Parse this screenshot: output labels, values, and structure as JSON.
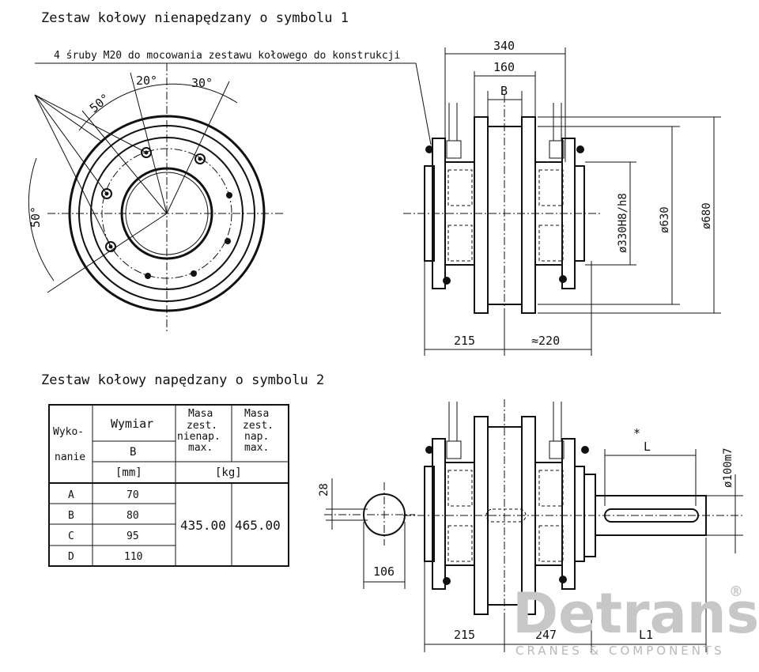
{
  "titles": {
    "symbol1": "Zestaw kołowy nienapędzany o symbolu 1",
    "symbol2": "Zestaw kołowy napędzany o symbolu 2"
  },
  "leader_note": "4 śruby M20 do mocowania zestawu kołowego do konstrukcji",
  "angles": {
    "a20": "20°",
    "a30": "30°",
    "a50_top": "50°",
    "a50_left": "50°"
  },
  "dims_top": {
    "d340": "340",
    "d160": "160",
    "dB": "B",
    "d630": "ø630",
    "d680": "ø680",
    "d330": "ø330H8/h8",
    "d215": "215",
    "d220": "≈220"
  },
  "dims_bottom": {
    "d28": "28",
    "d106": "106",
    "dL": "L",
    "dLstar": "*",
    "d100": "ø100m7",
    "d215": "215",
    "d247": "247",
    "dL1": "L1",
    "dL1star": "*"
  },
  "table": {
    "h_wykonanie_1": "Wyko-",
    "h_wykonanie_2": "nanie",
    "h_wymiar": "Wymiar",
    "h_B": "B",
    "h_mm": "[mm]",
    "h_masa1_1": "Masa",
    "h_masa1_2": "zest.",
    "h_masa1_3": "nienap.",
    "h_masa1_4": "max.",
    "h_masa2_1": "Masa",
    "h_masa2_2": "zest.",
    "h_masa2_3": "nap.",
    "h_masa2_4": "max.",
    "h_kg": "[kg]",
    "rows": [
      {
        "w": "A",
        "b": "70"
      },
      {
        "w": "B",
        "b": "80"
      },
      {
        "w": "C",
        "b": "95"
      },
      {
        "w": "D",
        "b": "110"
      }
    ],
    "mass1": "435.00",
    "mass2": "465.00"
  },
  "logo": {
    "name": "Detrans",
    "reg": "®",
    "tagline": "CRANES & COMPONENTS"
  }
}
